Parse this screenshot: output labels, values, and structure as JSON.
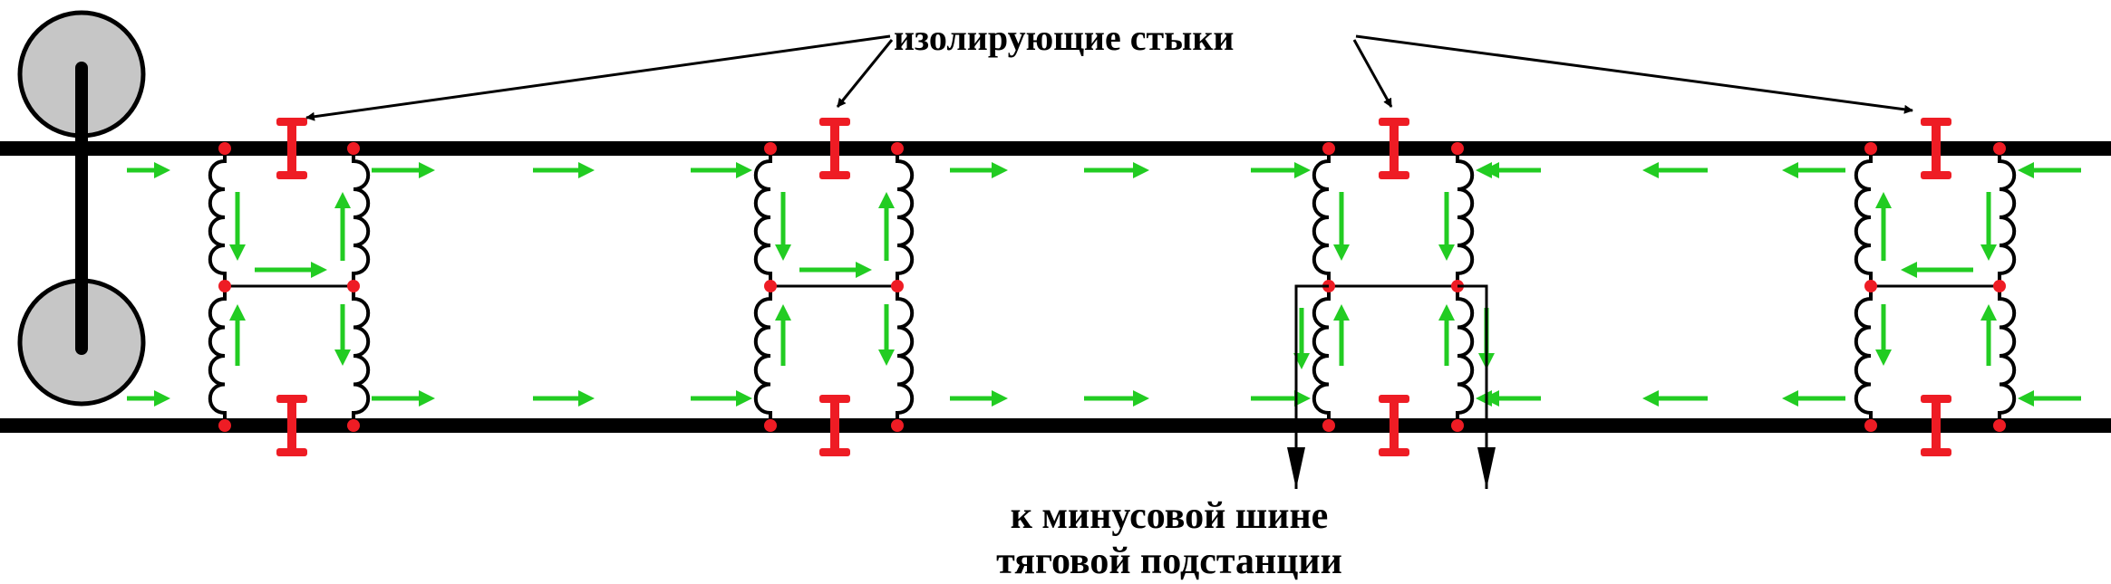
{
  "labels": {
    "insulating_joints": "изолирующие стыки",
    "to_bus_line1": "к минусовой шине",
    "to_bus_line2": "тяговой подстанции"
  },
  "colors": {
    "rail": "#000000",
    "joint": "#ee1c24",
    "node": "#ee1c24",
    "current_arrow": "#22cc22",
    "wheel_fill": "#c6c6c6",
    "wire": "#000000"
  },
  "current_direction": {
    "left_sections": "right",
    "right_sections": "left",
    "feeder_section": "down"
  }
}
